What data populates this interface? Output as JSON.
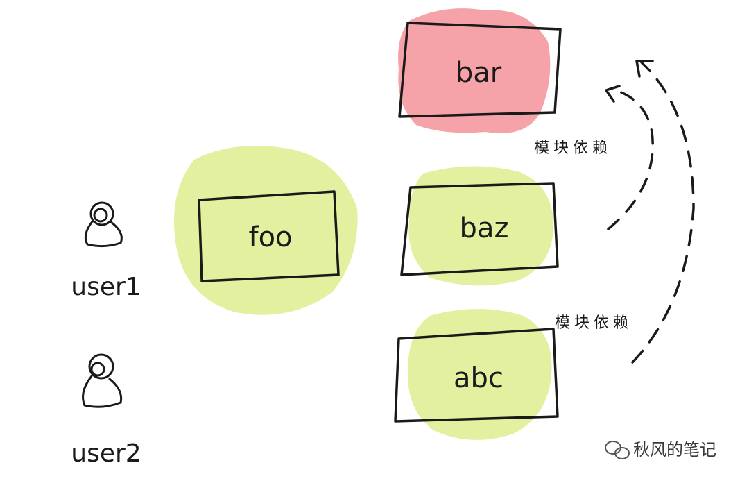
{
  "modules": {
    "bar": {
      "label": "bar",
      "status_color": "#f5a3a8"
    },
    "foo": {
      "label": "foo",
      "status_color": "#e3f0a0"
    },
    "baz": {
      "label": "baz",
      "status_color": "#e3f0a0"
    },
    "abc": {
      "label": "abc",
      "status_color": "#e3f0a0"
    }
  },
  "users": [
    {
      "label": "user1",
      "icon": "user-icon"
    },
    {
      "label": "user2",
      "icon": "user-icon"
    }
  ],
  "dependencies": [
    {
      "from": "baz",
      "to": "bar",
      "label": "模块依赖"
    },
    {
      "from": "abc",
      "to": "bar",
      "label": "模块依赖"
    }
  ],
  "watermark": {
    "label": "秋风的笔记",
    "icon": "wechat-icon"
  }
}
